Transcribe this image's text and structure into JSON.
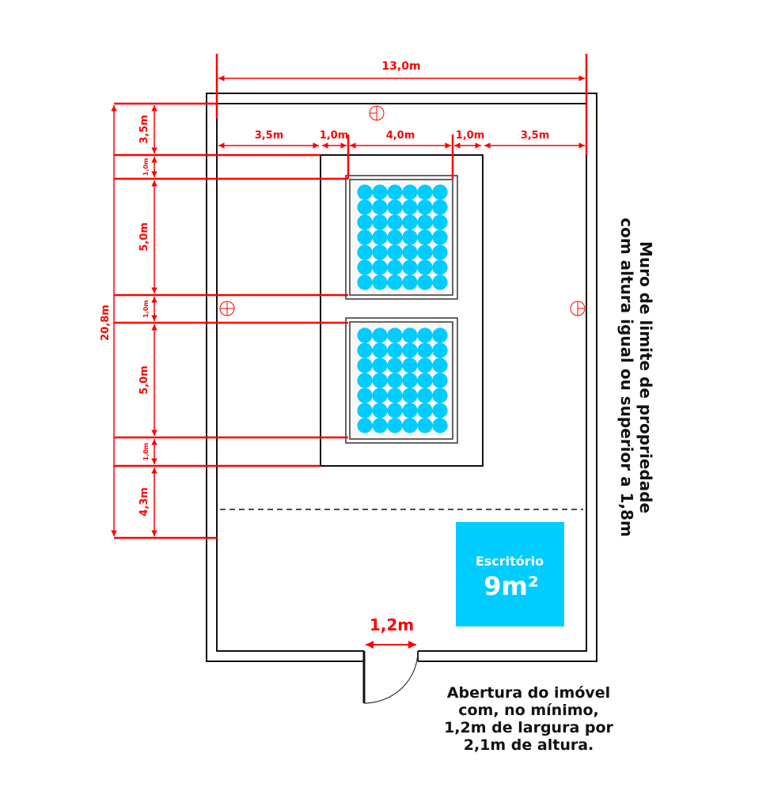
{
  "colors": {
    "dimension": "#ff0000",
    "water": "#00ccff",
    "office": "#00ccff",
    "wall": "#111111"
  },
  "dimensions": {
    "total_width": "13,0m",
    "horizontal": [
      "3,5m",
      "1,0m",
      "4,0m",
      "1,0m",
      "3,5m"
    ],
    "total_depth": "20,8m",
    "vertical": [
      "3,5m",
      "1,0m",
      "5,0m",
      "1,0m",
      "5,0m",
      "1,0m",
      "4,3m"
    ],
    "door_width": "1,2m"
  },
  "pools": {
    "count": 2,
    "circle_columns": 6,
    "circle_rows": 7
  },
  "office": {
    "label": "Escritório",
    "area": "9m²"
  },
  "wall_note": [
    "Muro de limite de propriedade",
    "com altura igual ou superior a 1,8m"
  ],
  "door_note": [
    "Abertura do imóvel",
    "com, no mínimo,",
    "1,2m de largura por",
    "2,1m de altura."
  ],
  "icons": [
    "drain-icon",
    "drain-icon",
    "drain-icon"
  ]
}
